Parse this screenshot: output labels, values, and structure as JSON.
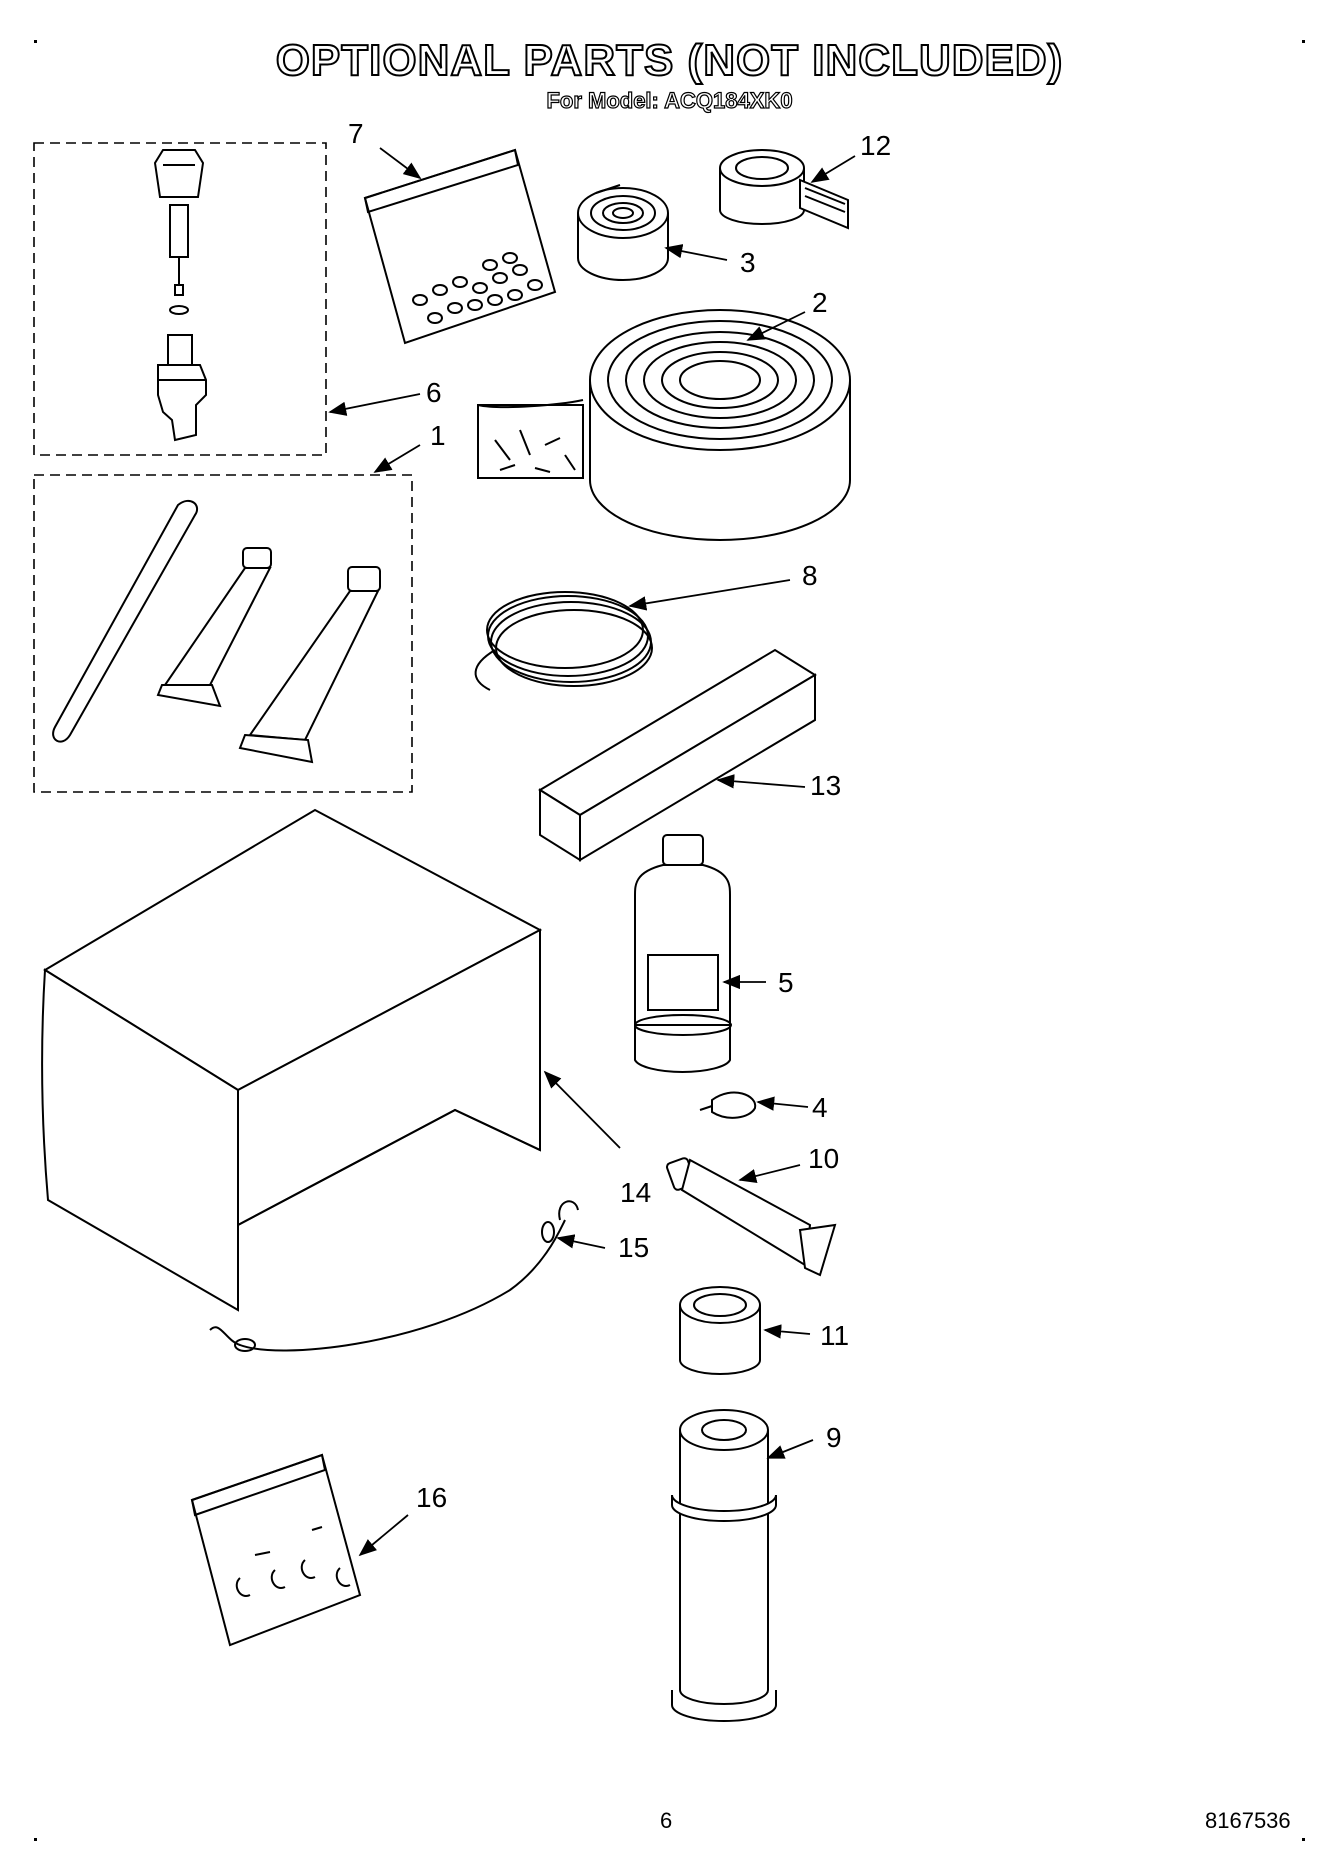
{
  "header": {
    "title": "OPTIONAL PARTS (NOT INCLUDED)",
    "subtitle": "For Model: ACQ184XK0"
  },
  "callouts": {
    "c1": "1",
    "c2": "2",
    "c3": "3",
    "c4": "4",
    "c5": "5",
    "c6": "6",
    "c7": "7",
    "c8": "8",
    "c9": "9",
    "c10": "10",
    "c11": "11",
    "c12": "12",
    "c13": "13",
    "c14": "14",
    "c15": "15",
    "c16": "16"
  },
  "footer": {
    "page_number": "6",
    "doc_number": "8167536"
  }
}
